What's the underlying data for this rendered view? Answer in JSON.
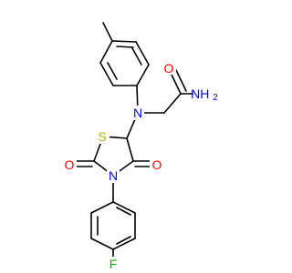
{
  "molecule": {
    "atoms": {
      "O_amide": "O",
      "N_amide": "NH",
      "N_amide_sub": "2",
      "N_amine": "N",
      "S": "S",
      "O_c2": "O",
      "O_c4": "O",
      "N_ring": "N",
      "F": "F"
    },
    "colors": {
      "carbon_bond": "#000000",
      "oxygen": "#ff0000",
      "nitrogen": "#0000ff",
      "sulfur": "#b8b800",
      "fluorine": "#00b300"
    }
  }
}
